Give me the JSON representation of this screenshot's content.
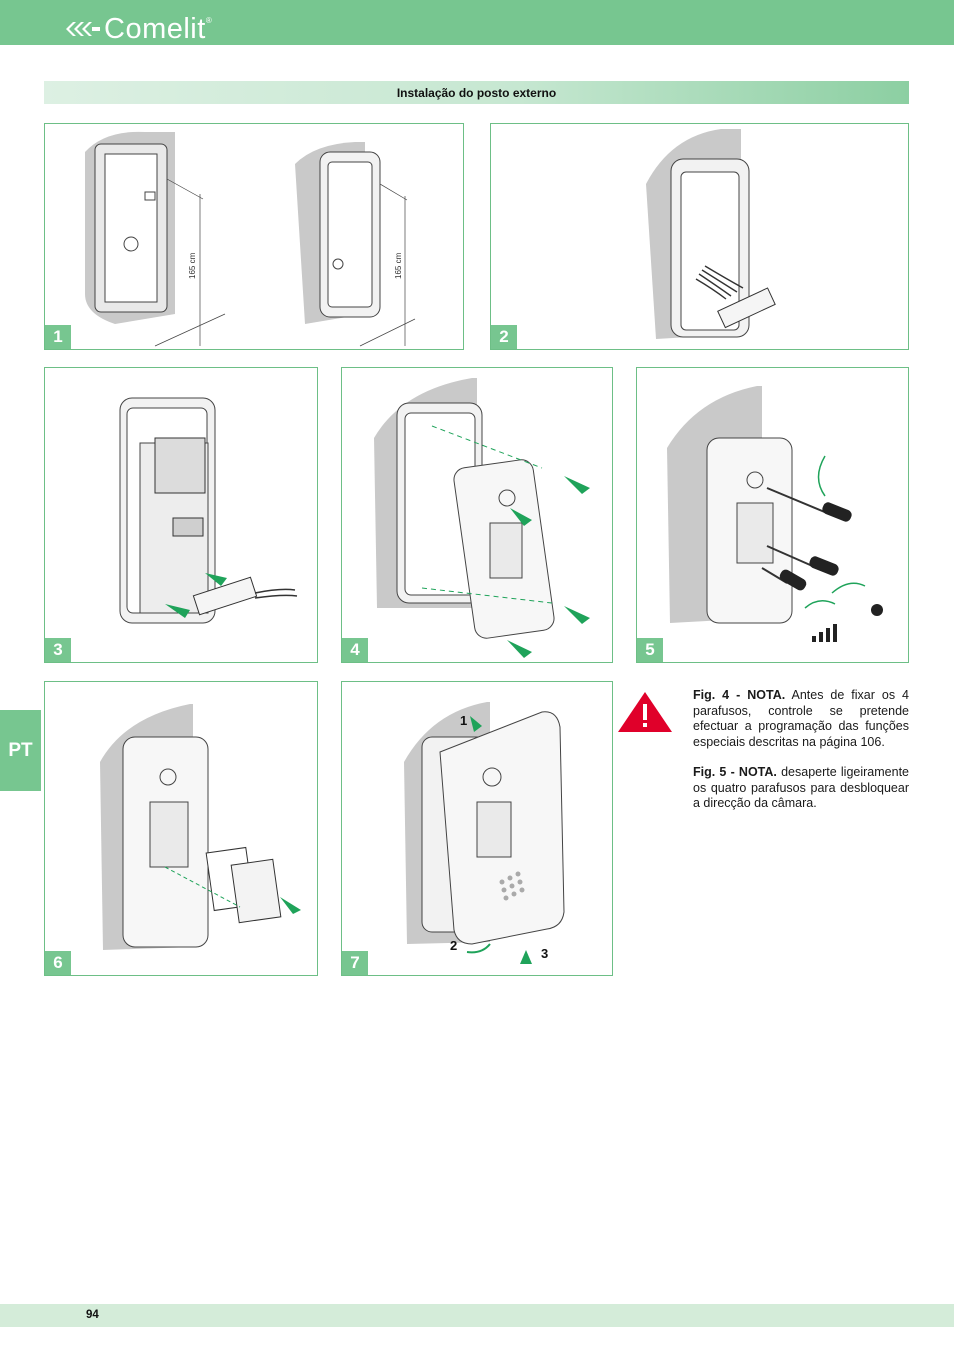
{
  "brand": {
    "name": "Comelit",
    "reg": "®"
  },
  "section_title": "Instalação do posto externo",
  "figures": [
    {
      "num": "1",
      "dim_label_a": "165 cm",
      "dim_label_b": "165 cm"
    },
    {
      "num": "2"
    },
    {
      "num": "3"
    },
    {
      "num": "4"
    },
    {
      "num": "5"
    },
    {
      "num": "6"
    },
    {
      "num": "7",
      "step_1": "1",
      "step_2": "2",
      "step_3": "3"
    }
  ],
  "language_tab": "PT",
  "notes": [
    {
      "label": "Fig. 4 - NOTA.",
      "text": " Antes de fixar os 4 parafusos, controle se pretende efectuar a programação das funções especiais descritas na página 106."
    },
    {
      "label": "Fig. 5 - NOTA.",
      "text": " desaperte ligeiramente os quatro parafusos para desbloquear a direcção da câmara."
    }
  ],
  "page_number": "94",
  "colors": {
    "brand_green": "#77c690",
    "arrow_green": "#1fa35a",
    "warning_red": "#e0002a",
    "wall_gray": "#c9c9c9"
  }
}
